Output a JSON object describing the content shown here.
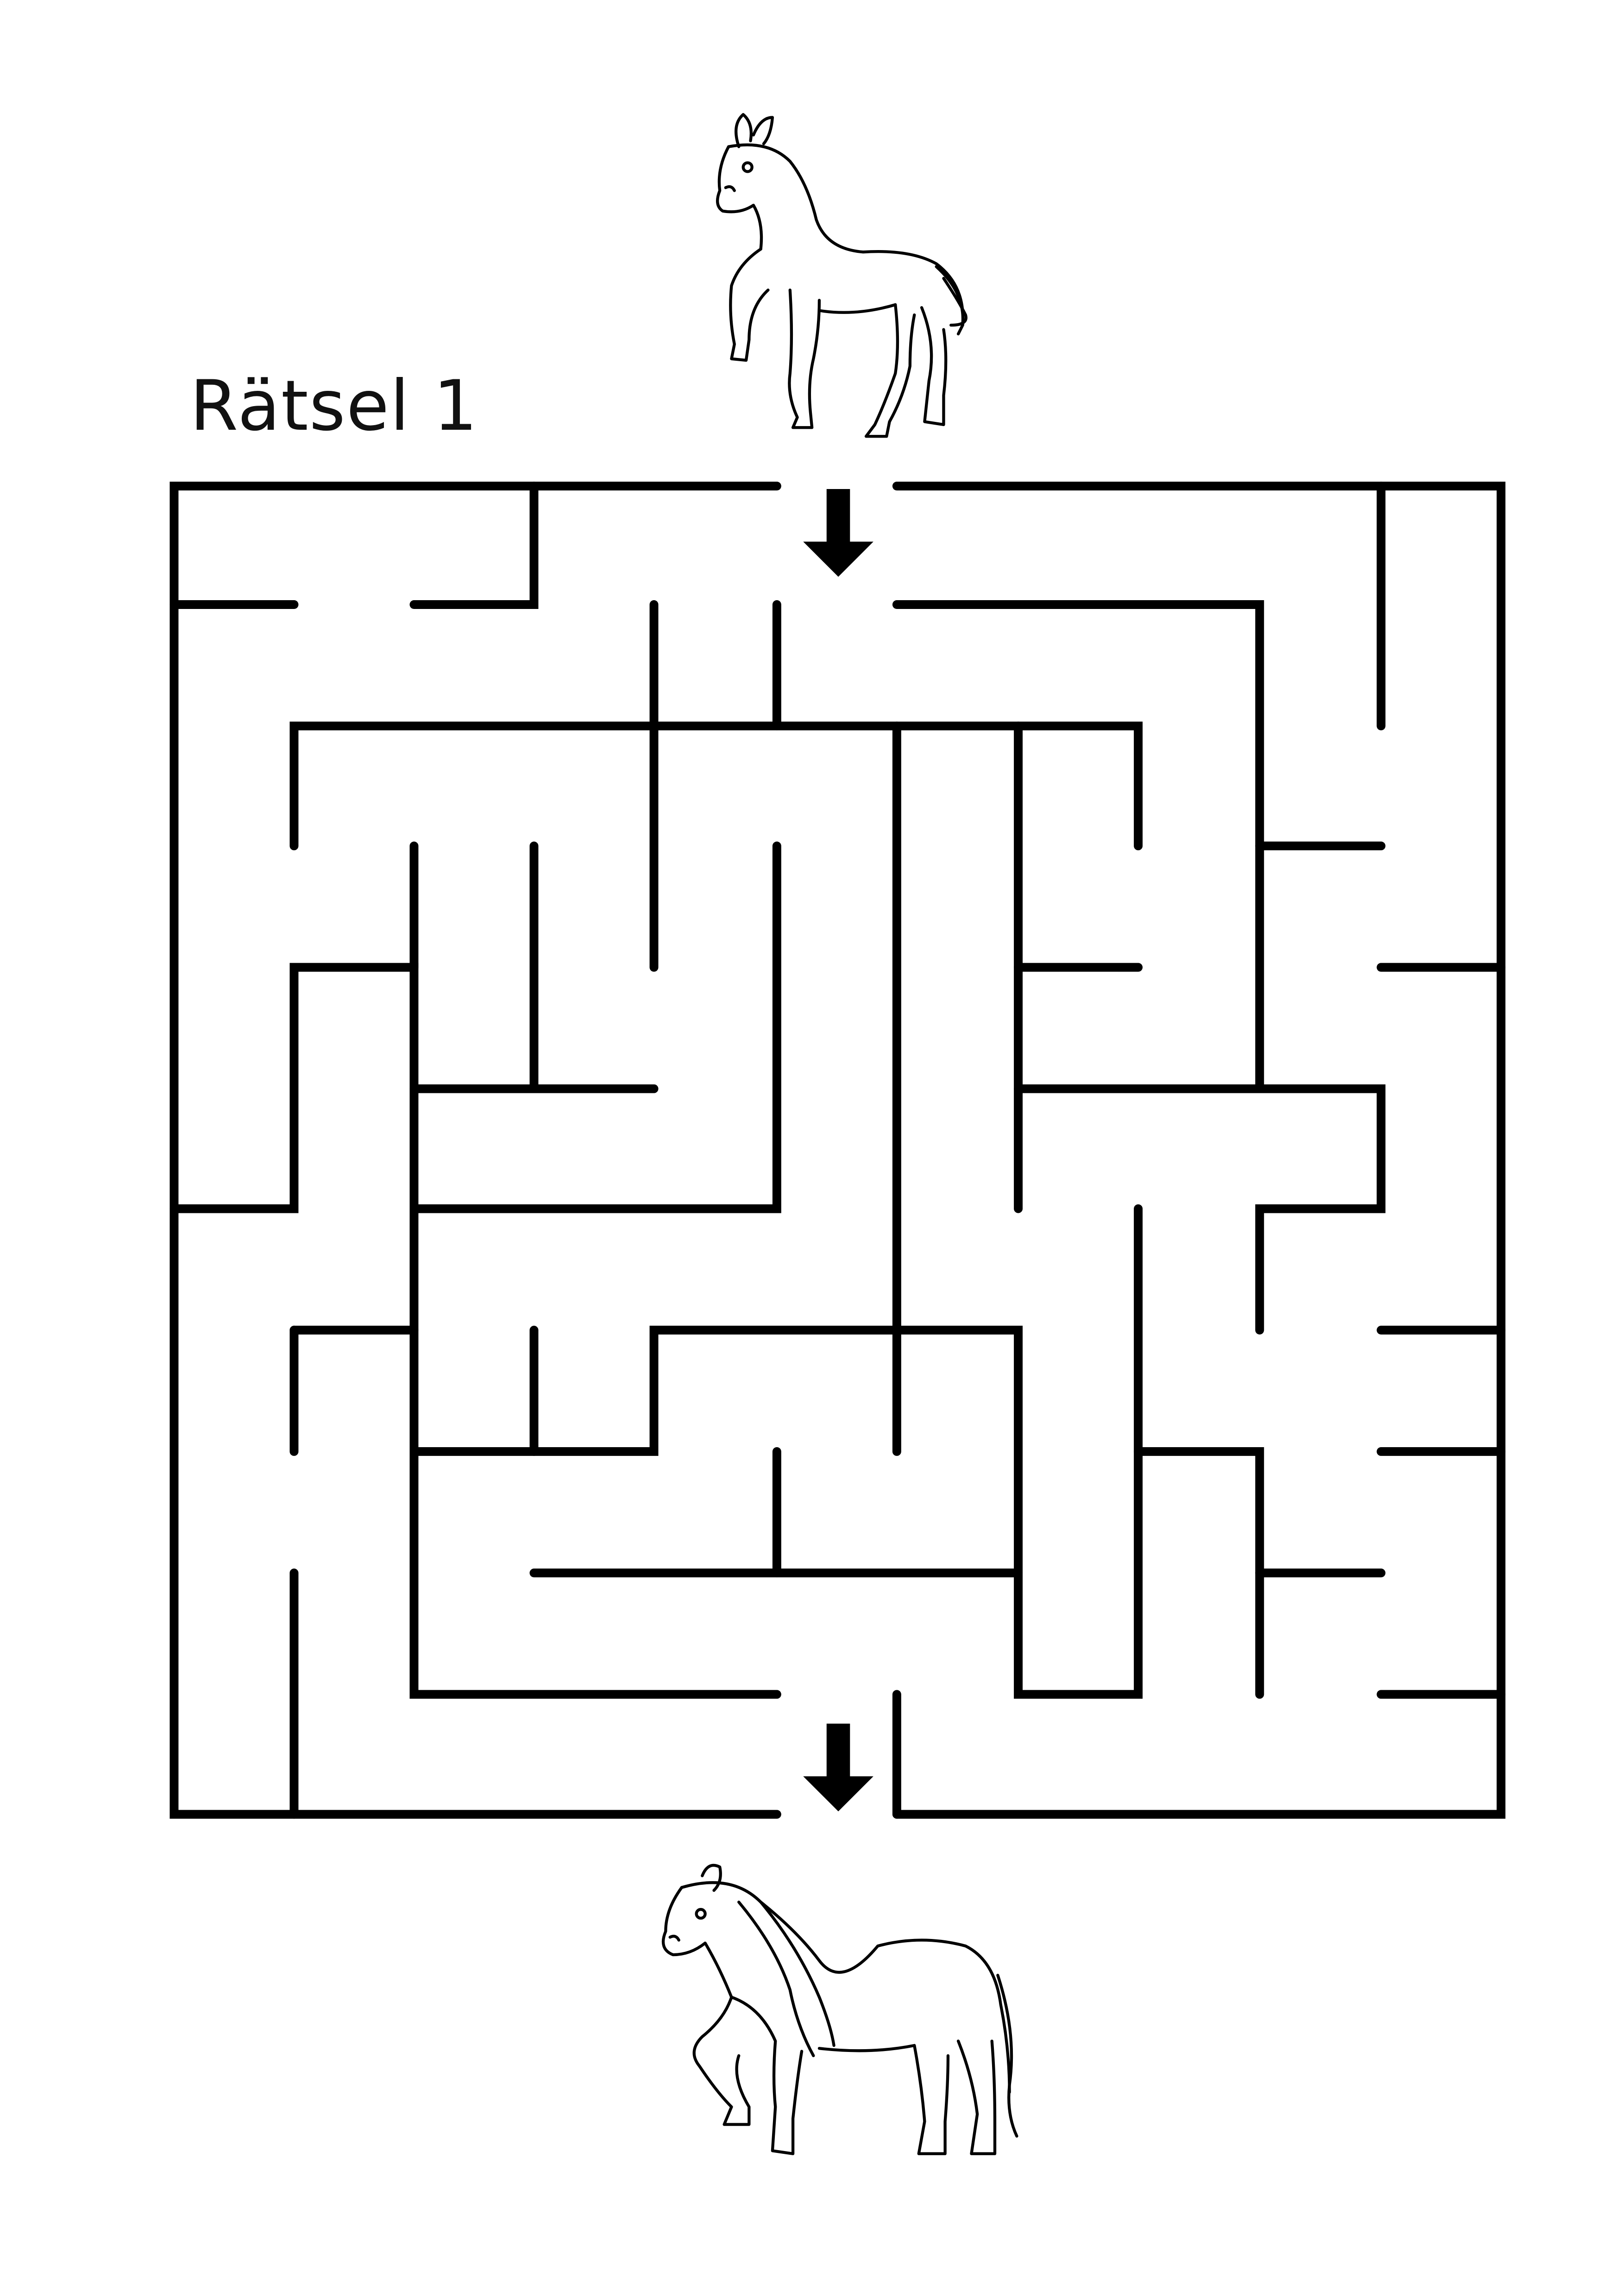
{
  "puzzle": {
    "title": "Rätsel 1"
  },
  "maze": {
    "wall_color": "#000000",
    "background_color": "#ffffff",
    "entrance": "top",
    "exit": "bottom"
  },
  "illustrations": {
    "start": "foal-icon",
    "finish": "horse-icon"
  }
}
